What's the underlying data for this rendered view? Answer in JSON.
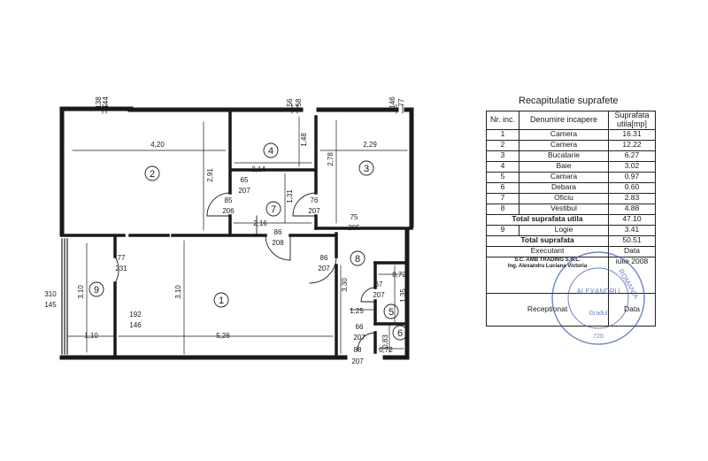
{
  "plan": {
    "rooms": [
      {
        "id": "room-2",
        "num": "2"
      },
      {
        "id": "room-4",
        "num": "4"
      },
      {
        "id": "room-3",
        "num": "3"
      },
      {
        "id": "room-7",
        "num": "7"
      },
      {
        "id": "room-1",
        "num": "1"
      },
      {
        "id": "room-8",
        "num": "8"
      },
      {
        "id": "room-9",
        "num": "9"
      },
      {
        "id": "room-5",
        "num": "5"
      },
      {
        "id": "room-6",
        "num": "6"
      }
    ],
    "dims": {
      "top_138": "138",
      "top_144": "144",
      "top_56": "56",
      "top_58": "58",
      "top_146": "146",
      "top_77": "77",
      "w_420": "4,20",
      "h_291": "2,91",
      "w_214": "2,14",
      "h_148": "1,48",
      "w_229": "2,29",
      "h_278": "2,78",
      "d_65": "65",
      "d_207a": "207",
      "d_85": "85",
      "d_206": "206",
      "h_131": "1,31",
      "d_76": "76",
      "d_207b": "207",
      "w_216": "2,16",
      "d_75": "75",
      "d_205": "205",
      "d_86a": "86",
      "d_208": "208",
      "d_77": "77",
      "d_231": "231",
      "d_86b": "86",
      "d_207c": "207",
      "h_310a": "3,10",
      "h_310b": "3,10",
      "h_330": "3,30",
      "w_072a": "0,72",
      "d_67": "67",
      "d_207d": "207",
      "h_135": "1,35",
      "w_125": "1,25",
      "d_192": "192",
      "d_146": "146",
      "w_110": "1,10",
      "w_526": "5,26",
      "d_66": "66",
      "d_207e": "207",
      "h_083": "0,83",
      "d_88": "88",
      "d_207f": "207",
      "w_072b": "0,72",
      "left_310": "310",
      "left_145": "145"
    }
  },
  "table": {
    "title": "Recapitulatie suprafete",
    "headers": {
      "nr": "Nr. inc.",
      "name": "Denumire incapere",
      "val": "Suprafata utila[mp]"
    },
    "rows": [
      {
        "nr": "1",
        "name": "Camera",
        "val": "16.31"
      },
      {
        "nr": "2",
        "name": "Camera",
        "val": "12.22"
      },
      {
        "nr": "3",
        "name": "Bucatarie",
        "val": "6.27"
      },
      {
        "nr": "4",
        "name": "Baie",
        "val": "3.02"
      },
      {
        "nr": "5",
        "name": "Camara",
        "val": "0.97"
      },
      {
        "nr": "6",
        "name": "Debara",
        "val": "0.60"
      },
      {
        "nr": "7",
        "name": "Oficiu",
        "val": "2.83"
      },
      {
        "nr": "8",
        "name": "Vestibul",
        "val": "4.88"
      }
    ],
    "total_util": {
      "label": "Total suprafata utila",
      "val": "47.10"
    },
    "logie": {
      "nr": "9",
      "name": "Logie",
      "val": "3.41"
    },
    "total": {
      "label": "Total suprafata",
      "val": "50.51"
    },
    "executant": {
      "label": "Executant",
      "val": "Data"
    },
    "company": "S.C. AMB TRADING S.R.L.",
    "engineer": "Ing. Alexandru Luciana Victoria",
    "date": "iulie 2008",
    "receptionat": {
      "label": "Receptionat",
      "val": "Data"
    }
  },
  "stamp": {
    "line1": "ROMANIA",
    "line2": "ALEXANDRU",
    "line3": "Gradul",
    "line4": "720"
  },
  "colors": {
    "ink": "#1a1a1a",
    "stamp": "#3f57b8"
  }
}
